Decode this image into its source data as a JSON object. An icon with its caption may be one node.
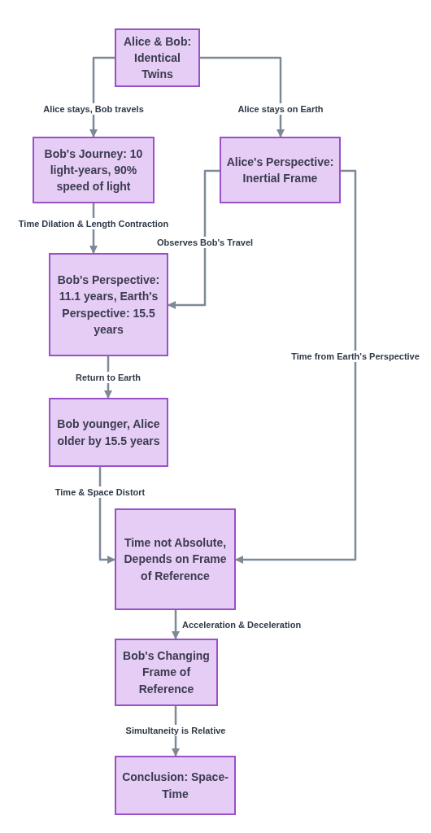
{
  "diagram": {
    "nodes": [
      {
        "text": [
          "Alice & Bob: Identical Twins"
        ]
      },
      {
        "text": [
          "Bob's Journey: 10 light-years, 90% speed of light"
        ]
      },
      {
        "text": [
          "Alice's Perspective: Inertial Frame"
        ]
      },
      {
        "text": [
          "Bob's Perspective: 11.1 years, Earth's Perspective: 15.5 years"
        ]
      },
      {
        "text": [
          "Bob younger, Alice older by 15.5 years"
        ]
      },
      {
        "text": [
          "Time not Absolute, Depends on Frame of Reference"
        ]
      },
      {
        "text": [
          "Bob's Changing Frame of Reference"
        ]
      },
      {
        "text": [
          "Conclusion: Space-Time"
        ]
      }
    ],
    "edges": [
      {
        "from": 0,
        "to": 1,
        "arrow": "to",
        "label": "Alice stays, Bob travels"
      },
      {
        "from": 0,
        "to": 2,
        "arrow": "to",
        "label": "Alice stays on Earth"
      },
      {
        "from": 1,
        "to": 3,
        "arrow": "to",
        "label": "Time Dilation & Length Contraction"
      },
      {
        "from": 2,
        "to": 3,
        "arrow": "to",
        "label": "Observes Bob's Travel"
      },
      {
        "from": 3,
        "to": 4,
        "arrow": "to",
        "label": "Return to Earth"
      },
      {
        "from": 4,
        "to": 5,
        "arrow": "to",
        "label": "Time & Space Distort"
      },
      {
        "from": 2,
        "to": 5,
        "arrow": "to",
        "label": "Time from Earth's Perspective"
      },
      {
        "from": 5,
        "to": 6,
        "arrow": "to",
        "label": "Acceleration & Deceleration"
      },
      {
        "from": 6,
        "to": 7,
        "arrow": "to",
        "label": "Simultaneity is Relative"
      }
    ]
  }
}
